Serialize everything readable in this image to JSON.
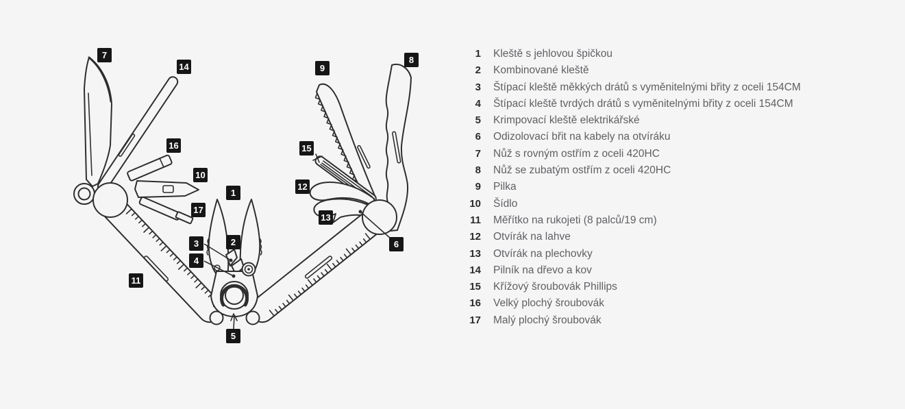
{
  "colors": {
    "bg": "#f5f5f6",
    "line": "#2e2e2e",
    "badge_bg": "#161616",
    "badge_fg": "#ffffff",
    "num": "#2b2b2b",
    "txt": "#5f6062"
  },
  "diagram": {
    "badges": [
      "1",
      "2",
      "3",
      "4",
      "5",
      "6",
      "7",
      "8",
      "9",
      "10",
      "11",
      "12",
      "13",
      "14",
      "15",
      "16",
      "17"
    ]
  },
  "legend": {
    "items": [
      {
        "num": "1",
        "label": "Kleště s jehlovou špičkou"
      },
      {
        "num": "2",
        "label": "Kombinované kleště"
      },
      {
        "num": "3",
        "label": "Štípací kleště měkkých drátů s vyměnitelnými břity z oceli 154CM"
      },
      {
        "num": "4",
        "label": "Štípací kleště tvrdých drátů s vyměnitelnými břity z oceli 154CM"
      },
      {
        "num": "5",
        "label": "Krimpovací kleště elektrikářské"
      },
      {
        "num": "6",
        "label": "Odizolovací břit na kabely na otvíráku"
      },
      {
        "num": "7",
        "label": "Nůž s rovným ostřím z oceli 420HC"
      },
      {
        "num": "8",
        "label": "Nůž se zubatým ostřím z oceli 420HC"
      },
      {
        "num": "9",
        "label": "Pilka"
      },
      {
        "num": "10",
        "label": "Šídlo"
      },
      {
        "num": "11",
        "label": "Měřítko na rukojeti (8 palců/19 cm)"
      },
      {
        "num": "12",
        "label": "Otvírák na lahve"
      },
      {
        "num": "13",
        "label": "Otvírák na plechovky"
      },
      {
        "num": "14",
        "label": "Pilník na dřevo a kov"
      },
      {
        "num": "15",
        "label": "Křížový šroubovák Phillips"
      },
      {
        "num": "16",
        "label": "Velký plochý šroubovák"
      },
      {
        "num": "17",
        "label": "Malý plochý šroubovák"
      }
    ]
  }
}
